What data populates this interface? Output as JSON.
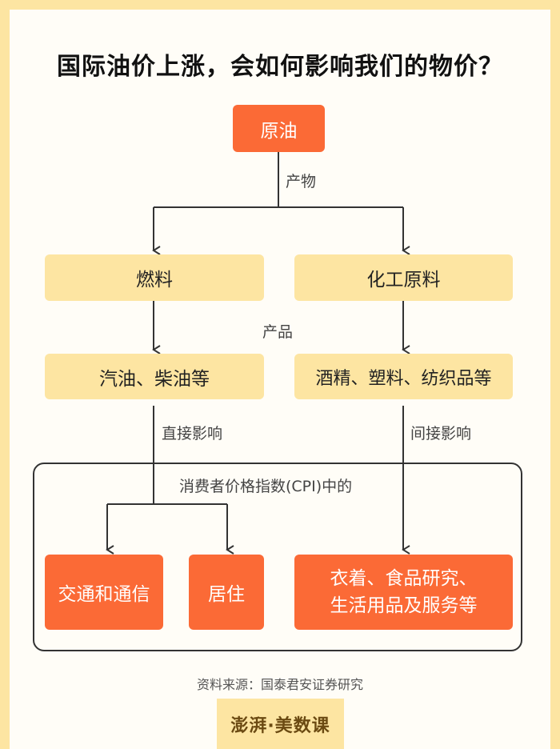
{
  "title": "国际油价上涨，会如何影响我们的物价？",
  "nodes": {
    "crude_oil": "原油",
    "fuel": "燃料",
    "chemical_materials": "化工原料",
    "gasoline_diesel": "汽油、柴油等",
    "alcohol_plastics": "酒精、塑料、纺织品等",
    "transport_comm": "交通和通信",
    "housing": "居住",
    "clothing_food_line1": "衣着、食品研究、",
    "clothing_food_line2": "生活用品及服务等"
  },
  "edge_labels": {
    "by_products": "产物",
    "products": "产品",
    "direct_impact": "直接影响",
    "indirect_impact": "间接影响"
  },
  "cpi_group_label": "消费者价格指数(CPI)中的",
  "source": "资料来源：国泰君安证券研究",
  "logo": "澎湃·美数课",
  "colors": {
    "orange": "#fb6a36",
    "yellow": "#fde5a2",
    "background": "#fffdf7"
  }
}
